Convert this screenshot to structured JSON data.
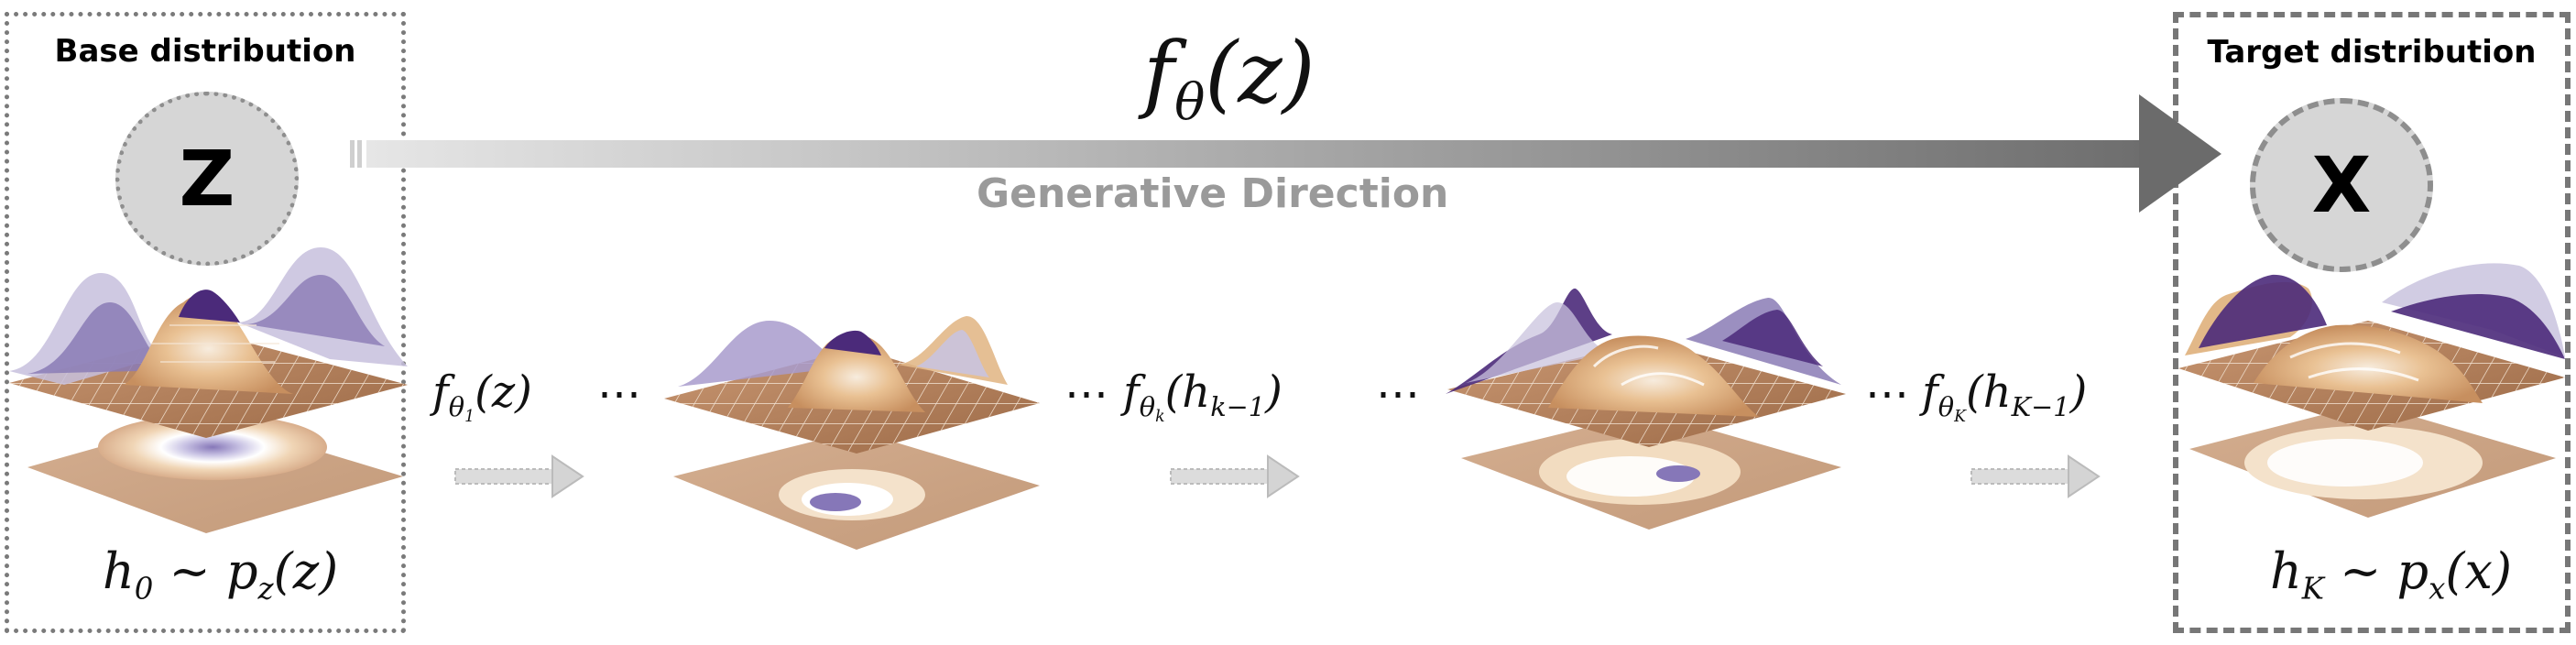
{
  "base": {
    "title": "Base distribution",
    "symbol": "Z",
    "label": "h₀ ~ p_z(z)",
    "label_parts": {
      "h": "h",
      "h_sub": "0",
      "rest": " ~ p",
      "p_sub": "z",
      "arg": "(z)"
    }
  },
  "target": {
    "title": "Target distribution",
    "symbol": "X",
    "label": "h_K ~ p_x(x)",
    "label_parts": {
      "h": "h",
      "h_sub": "K",
      "rest": " ~ p",
      "p_sub": "x",
      "arg": "(x)"
    }
  },
  "flow": {
    "main_function": {
      "f": "f",
      "sub": "θ",
      "arg": "(z)"
    },
    "direction_label": "Generative Direction"
  },
  "steps": [
    {
      "f": "f",
      "sub": "θ",
      "subsub": "1",
      "arg": "(z)"
    },
    {
      "f": "f",
      "sub": "θ",
      "subsub": "k",
      "arg": "(h",
      "argsub": "k−1",
      "close": ")"
    },
    {
      "f": "f",
      "sub": "θ",
      "subsub": "K",
      "arg": "(h",
      "argsub": "K−1",
      "close": ")"
    }
  ],
  "ellipsis": "⋯",
  "colors": {
    "purple_dark": "#4b2a7a",
    "purple_mid": "#8a7bb5",
    "purple_light": "#c9c3de",
    "tan_dark": "#b9875a",
    "tan_mid": "#e2b888",
    "tan_light": "#f2dcc0",
    "floor": "#cda587",
    "arrow_gray": "#888888"
  }
}
